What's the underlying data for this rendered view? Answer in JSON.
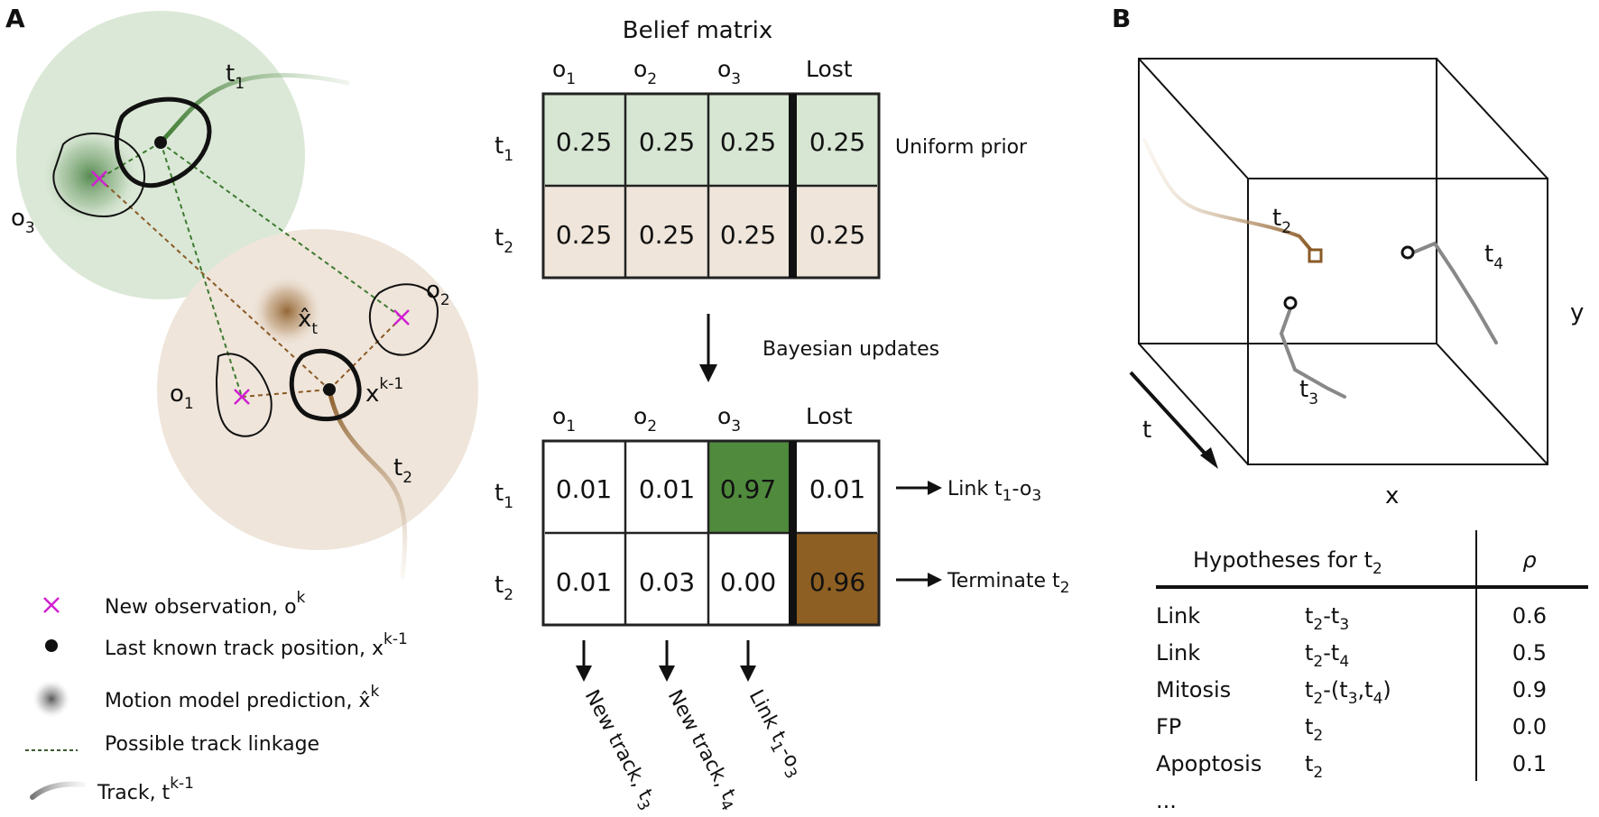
{
  "panel_a": {
    "label": "A",
    "tracks": [
      {
        "name": "t",
        "sub": "1"
      },
      {
        "name": "t",
        "sub": "2"
      }
    ],
    "observations": [
      {
        "name": "o",
        "sub": "1"
      },
      {
        "name": "o",
        "sub": "2"
      },
      {
        "name": "o",
        "sub": "3"
      }
    ],
    "prediction": {
      "name": "x̂",
      "sub": "t"
    },
    "last_position": {
      "name": "x",
      "sup": "k-1"
    },
    "legend": [
      {
        "icon": "cross-icon",
        "text": "New observation, o",
        "sup": "k"
      },
      {
        "icon": "dot-icon",
        "text": "Last known track position, x",
        "sup": "k-1"
      },
      {
        "icon": "blur-icon",
        "text": "Motion model prediction, x̂",
        "sup": "k"
      },
      {
        "icon": "dashed-line-icon",
        "text": "Possible track linkage",
        "sup": ""
      },
      {
        "icon": "track-icon",
        "text": "Track, t",
        "sup": "k-1"
      }
    ]
  },
  "belief": {
    "title": "Belief matrix",
    "columns": [
      {
        "name": "o",
        "sub": "1"
      },
      {
        "name": "o",
        "sub": "2"
      },
      {
        "name": "o",
        "sub": "3"
      },
      {
        "name": "Lost",
        "sub": ""
      }
    ],
    "rows": [
      {
        "name": "t",
        "sub": "1"
      },
      {
        "name": "t",
        "sub": "2"
      }
    ],
    "prior": [
      [
        "0.25",
        "0.25",
        "0.25",
        "0.25"
      ],
      [
        "0.25",
        "0.25",
        "0.25",
        "0.25"
      ]
    ],
    "prior_label": "Uniform prior",
    "update_label": "Bayesian updates",
    "posterior": [
      [
        "0.01",
        "0.01",
        "0.97",
        "0.01"
      ],
      [
        "0.01",
        "0.03",
        "0.00",
        "0.96"
      ]
    ],
    "row_outcomes": [
      {
        "text": "Link t",
        "s1": "1",
        "mid": "-o",
        "s2": "3"
      },
      {
        "text": "Terminate t",
        "s1": "2",
        "mid": "",
        "s2": ""
      }
    ],
    "col_outcomes": [
      {
        "text": "New track, t",
        "s1": "3",
        "mid": "",
        "s2": ""
      },
      {
        "text": "New track, t",
        "s1": "4",
        "mid": "",
        "s2": ""
      },
      {
        "text": "Link t",
        "s1": "1",
        "mid": "-o",
        "s2": "3"
      }
    ],
    "colors": {
      "prior_t1": "#d6e6d3",
      "prior_t2": "#efe5da",
      "post_link": "#4f8a3d",
      "post_lost": "#8e5f22"
    }
  },
  "panel_b": {
    "label": "B",
    "axes": {
      "x": "x",
      "y": "y",
      "t": "t"
    },
    "tracks": [
      {
        "name": "t",
        "sub": "2"
      },
      {
        "name": "t",
        "sub": "3"
      },
      {
        "name": "t",
        "sub": "4"
      }
    ],
    "table": {
      "header_left": "Hypotheses for t",
      "header_left_sub": "2",
      "header_right": "ρ",
      "rows": [
        {
          "type": "Link",
          "pre": "t",
          "s1": "2",
          "mid": "-t",
          "s2": "3",
          "post": "",
          "rho": "0.6"
        },
        {
          "type": "Link",
          "pre": "t",
          "s1": "2",
          "mid": "-t",
          "s2": "4",
          "post": "",
          "rho": "0.5"
        },
        {
          "type": "Mitosis",
          "pre": "t",
          "s1": "2",
          "mid": "-(t",
          "s2": "3",
          "post": ",t",
          "s3": "4",
          "post2": ")",
          "rho": "0.9"
        },
        {
          "type": "FP",
          "pre": "t",
          "s1": "2",
          "mid": "",
          "s2": "",
          "post": "",
          "rho": "0.0"
        },
        {
          "type": "Apoptosis",
          "pre": "t",
          "s1": "2",
          "mid": "",
          "s2": "",
          "post": "",
          "rho": "0.1"
        }
      ],
      "ellipsis": "..."
    }
  }
}
